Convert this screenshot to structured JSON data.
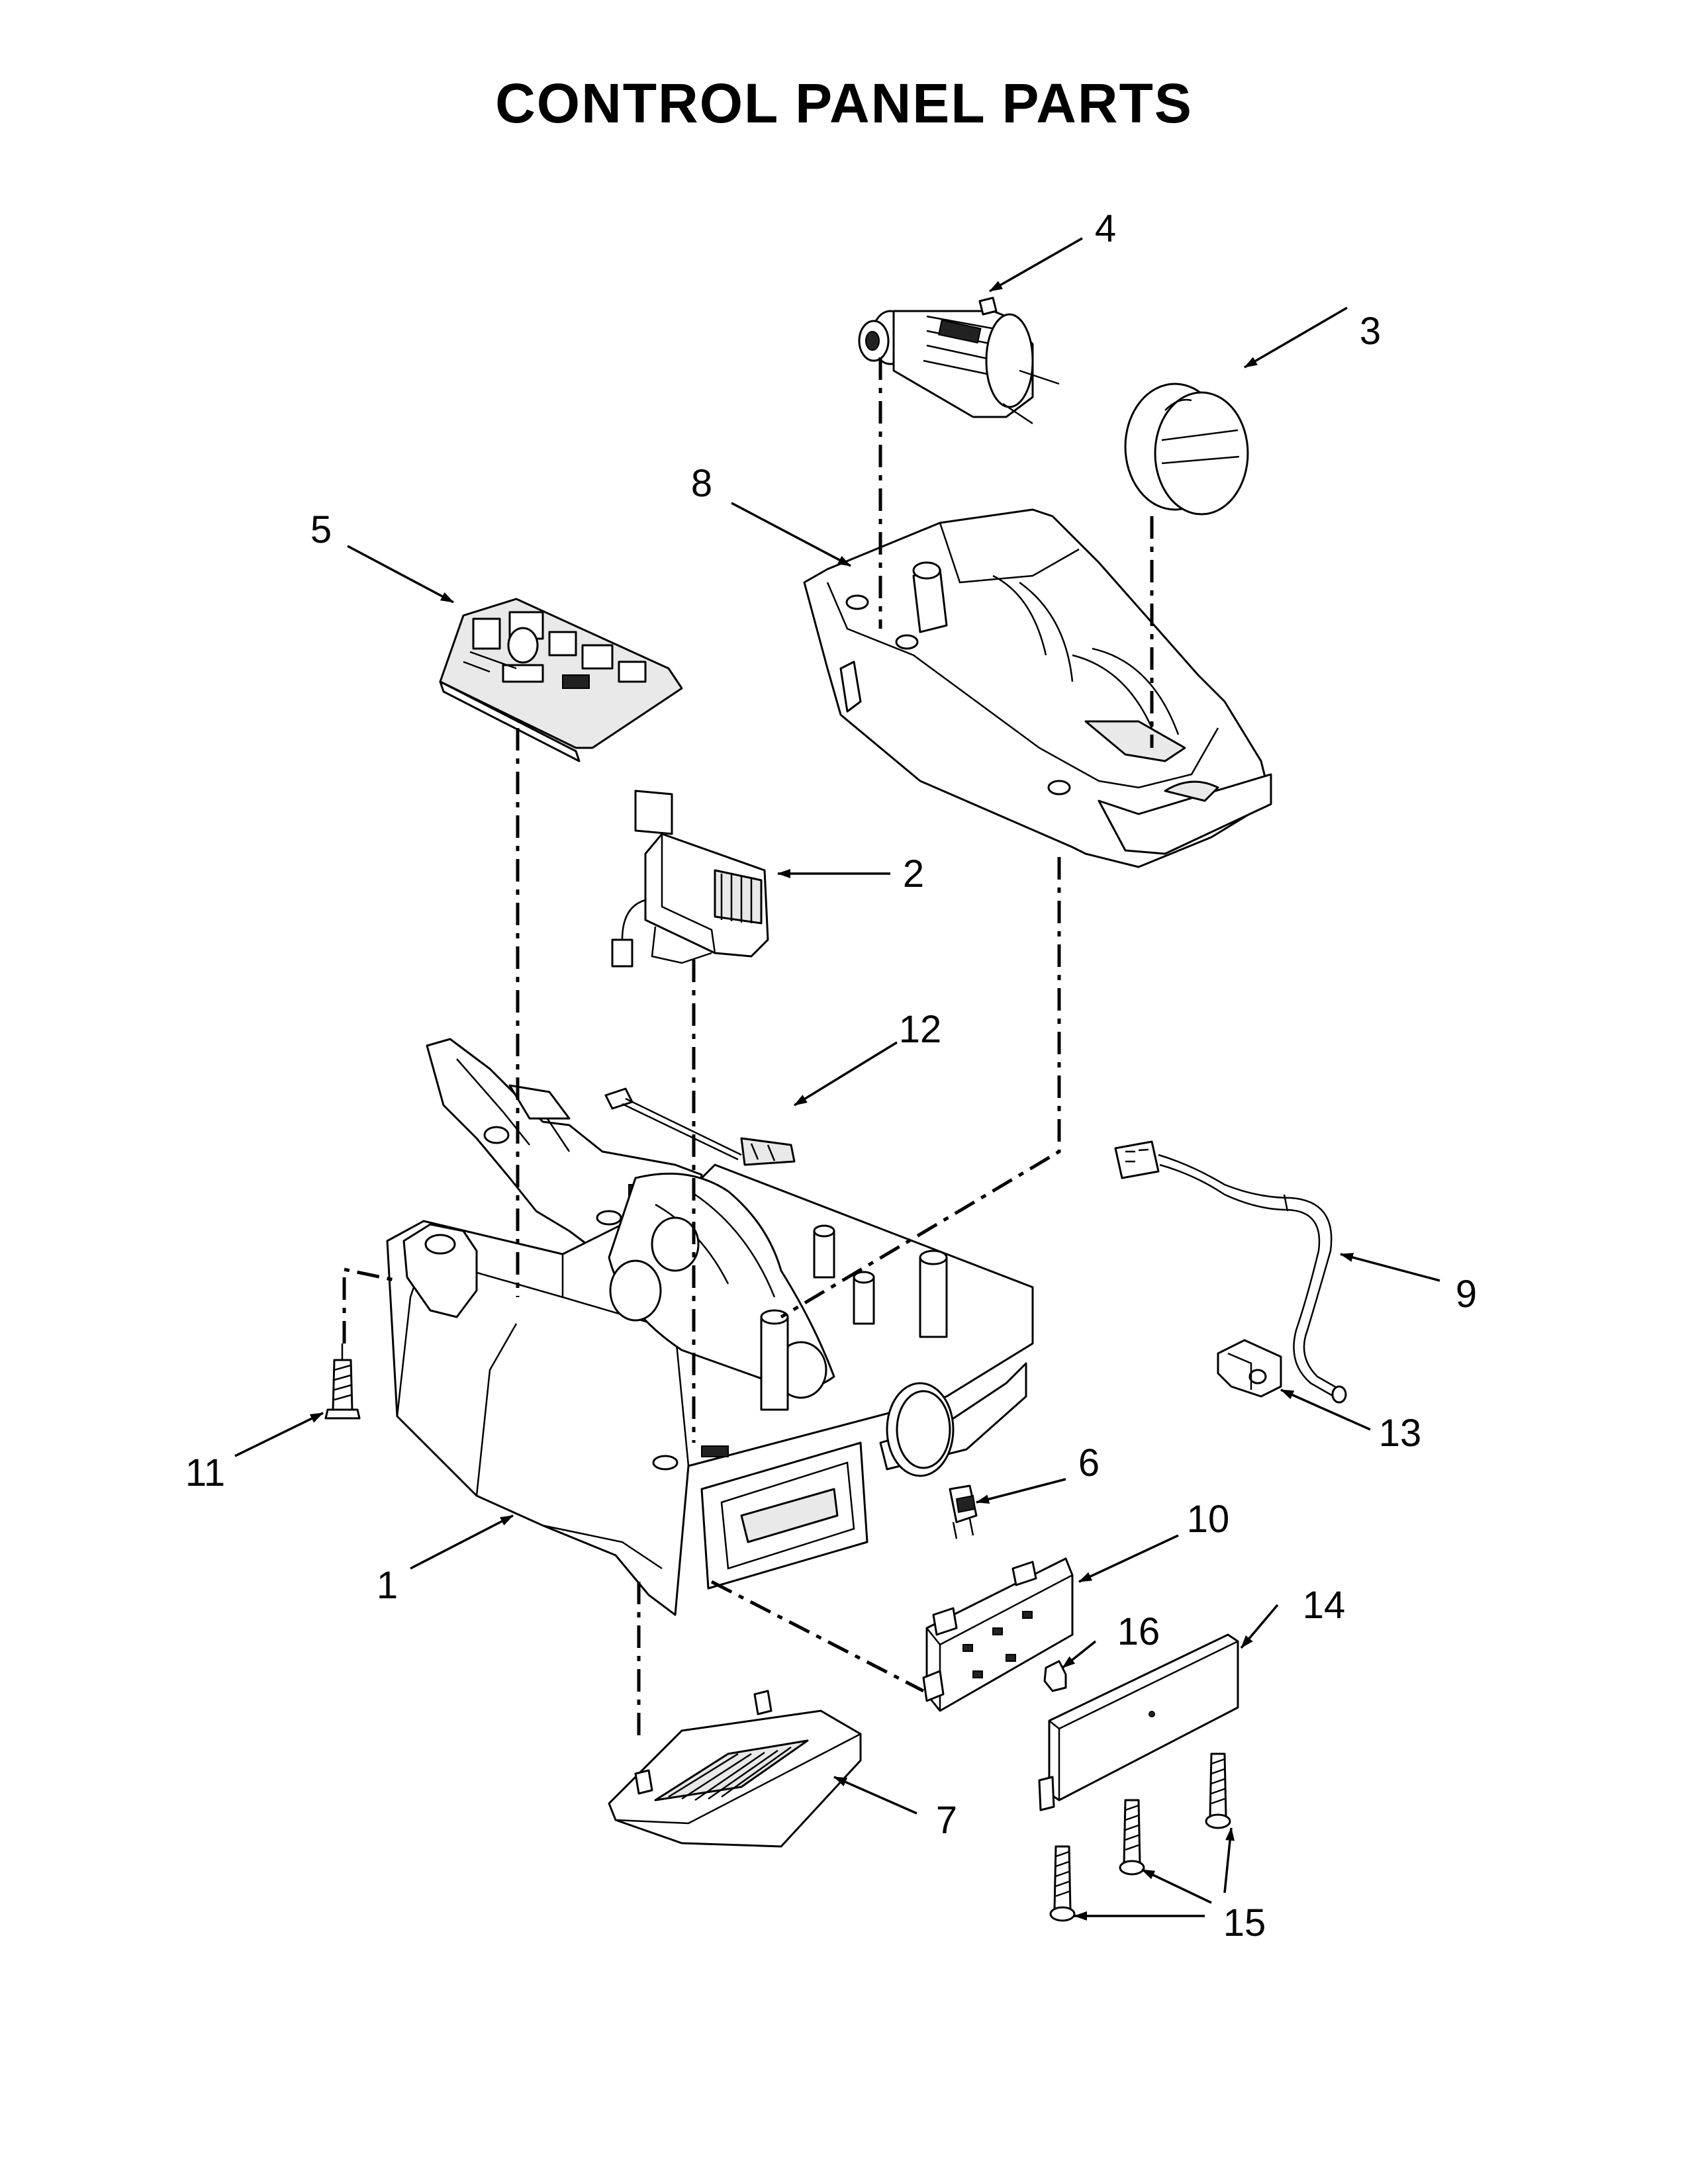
{
  "title": "CONTROL PANEL PARTS",
  "callouts": [
    {
      "id": "1",
      "label": "1",
      "part": "control-housing"
    },
    {
      "id": "2",
      "label": "2",
      "part": "transformer"
    },
    {
      "id": "3",
      "label": "3",
      "part": "cap"
    },
    {
      "id": "4",
      "label": "4",
      "part": "motor"
    },
    {
      "id": "5",
      "label": "5",
      "part": "control-board"
    },
    {
      "id": "6",
      "label": "6",
      "part": "switch"
    },
    {
      "id": "7",
      "label": "7",
      "part": "bottom-cover"
    },
    {
      "id": "8",
      "label": "8",
      "part": "top-housing"
    },
    {
      "id": "9",
      "label": "9",
      "part": "wire-harness"
    },
    {
      "id": "10",
      "label": "10",
      "part": "switch-board"
    },
    {
      "id": "11",
      "label": "11",
      "part": "screw"
    },
    {
      "id": "12",
      "label": "12",
      "part": "jumper-wire"
    },
    {
      "id": "13",
      "label": "13",
      "part": "clip"
    },
    {
      "id": "14",
      "label": "14",
      "part": "panel-cover"
    },
    {
      "id": "15",
      "label": "15",
      "part": "screws"
    },
    {
      "id": "16",
      "label": "16",
      "part": "light-pipe"
    }
  ]
}
